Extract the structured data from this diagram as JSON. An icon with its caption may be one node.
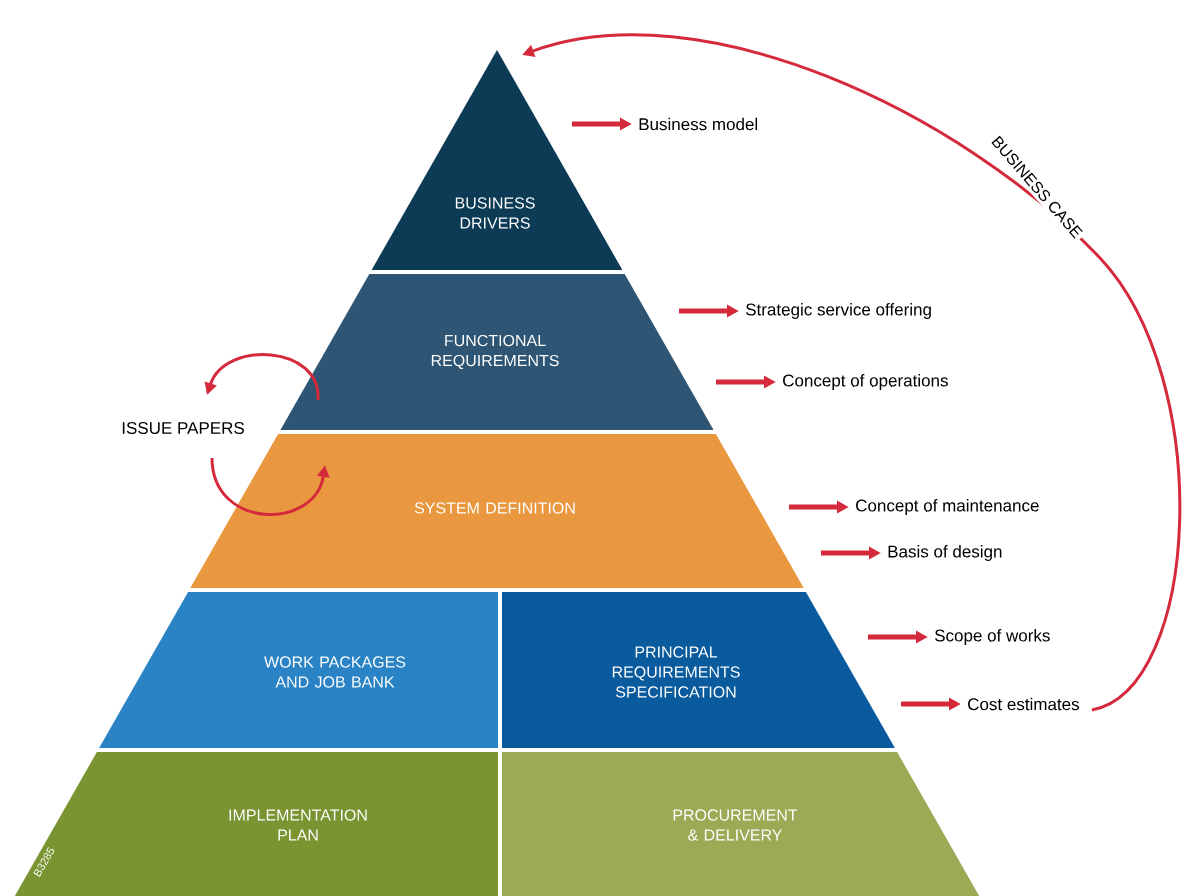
{
  "diagram": {
    "nodes": [
      {
        "text": [
          "BUSINESS DRIVERS"
        ]
      },
      {
        "text": [
          "FUNCTIONAL REQUIREMENTS"
        ]
      },
      {
        "text": [
          "SYSTEM DEFINITION"
        ]
      },
      {
        "text": [
          "WORK PACKAGES AND JOB BANK"
        ]
      },
      {
        "text": [
          "PRINCIPAL REQUIREMENTS SPECIFICATION"
        ]
      },
      {
        "text": [
          "IMPLEMENTATION PLAN"
        ]
      },
      {
        "text": [
          "PROCUREMENT & DELIVERY"
        ]
      },
      {
        "text": [
          "Business model"
        ]
      },
      {
        "text": [
          "Strategic service offering"
        ]
      },
      {
        "text": [
          "Concept of operations"
        ]
      },
      {
        "text": [
          "Concept of maintenance"
        ]
      },
      {
        "text": [
          "Basis of design"
        ]
      },
      {
        "text": [
          "Scope of works"
        ]
      },
      {
        "text": [
          "Cost estimates"
        ]
      },
      {
        "text": [
          "ISSUE PAPERS"
        ]
      }
    ],
    "edges": [
      {
        "from": null,
        "to": 7,
        "arrow": "to"
      },
      {
        "from": null,
        "to": 8,
        "arrow": "to"
      },
      {
        "from": null,
        "to": 9,
        "arrow": "to"
      },
      {
        "from": null,
        "to": 10,
        "arrow": "to"
      },
      {
        "from": null,
        "to": 11,
        "arrow": "to"
      },
      {
        "from": null,
        "to": 12,
        "arrow": "to"
      },
      {
        "from": null,
        "to": 13,
        "arrow": "to"
      },
      {
        "from": 13,
        "to": 0,
        "arrow": "to",
        "label": "BUSINESS CASE"
      },
      {
        "from": 1,
        "to": 14,
        "arrow": "to"
      },
      {
        "from": 14,
        "to": 2,
        "arrow": "to"
      }
    ],
    "labels": [
      "B3285"
    ]
  }
}
